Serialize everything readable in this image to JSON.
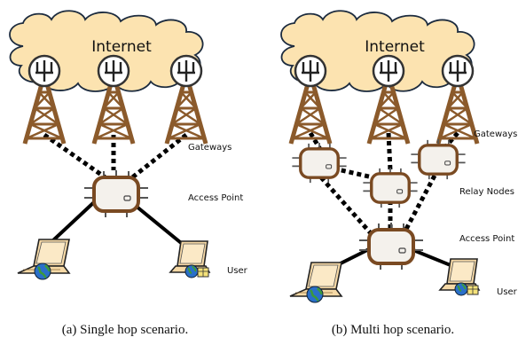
{
  "colors": {
    "cloud_fill": "#fce3b0",
    "cloud_stroke": "#1c2b3e",
    "tower_brown": "#8b5a2b",
    "router_fill": "#f4f1ec",
    "router_stroke": "#7a4a22",
    "laptop_fill": "#f6d9a6",
    "globe_blue": "#2a6fc9",
    "link_black": "#000000"
  },
  "panel_a": {
    "cloud_label": "Internet",
    "gateways_label": "Gateways",
    "access_point_label": "Access Point",
    "user_label": "User",
    "caption": "(a)  Single hop scenario."
  },
  "panel_b": {
    "cloud_label": "Internet",
    "gateways_label": "Gateways",
    "relay_nodes_label": "Relay Nodes",
    "access_point_label": "Access Point",
    "user_label": "User",
    "caption": "(b)  Multi hop scenario."
  }
}
